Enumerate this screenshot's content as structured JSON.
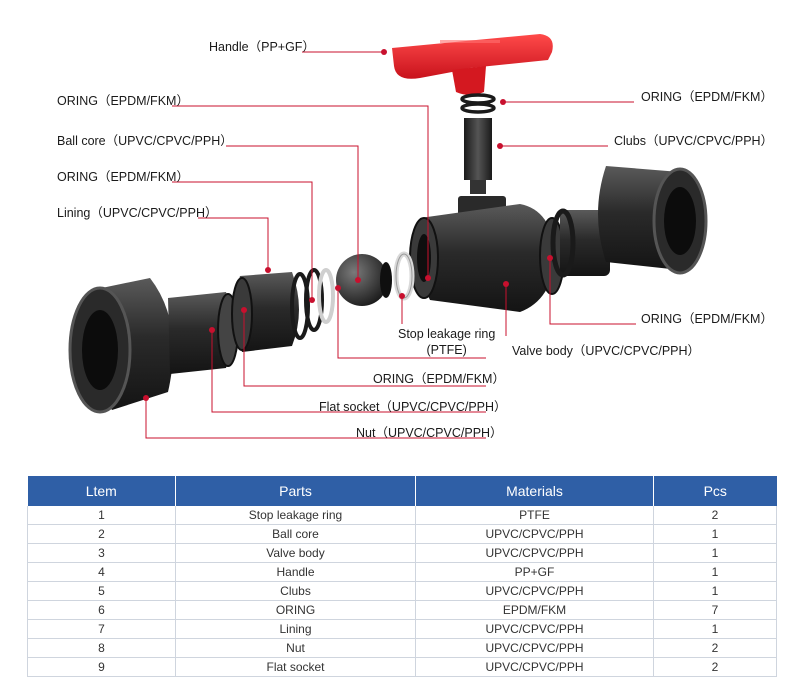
{
  "labels": {
    "handle": "Handle（PP+GF）",
    "oring_top_left": "ORING（EPDM/FKM）",
    "ball_core": "Ball core（UPVC/CPVC/PPH）",
    "oring_mid_left": "ORING（EPDM/FKM）",
    "lining": "Lining（UPVC/CPVC/PPH）",
    "oring_top_right": "ORING（EPDM/FKM）",
    "clubs": "Clubs（UPVC/CPVC/PPH）",
    "oring_right": "ORING（EPDM/FKM）",
    "stop_ring_line1": "Stop leakage ring",
    "stop_ring_line2": "(PTFE)",
    "valve_body": "Valve body（UPVC/CPVC/PPH）",
    "oring_bottom": "ORING（EPDM/FKM）",
    "flat_socket": "Flat socket（UPVC/CPVC/PPH）",
    "nut": "Nut（UPVC/CPVC/PPH）"
  },
  "colors": {
    "leader": "#c8102e",
    "handle": "#e02027",
    "body": "#2b2b2b",
    "header": "#2f5fa6"
  },
  "table": {
    "headers": [
      "Ltem",
      "Parts",
      "Materials",
      "Pcs"
    ],
    "rows": [
      [
        "1",
        "Stop leakage ring",
        "PTFE",
        "2"
      ],
      [
        "2",
        "Ball core",
        "UPVC/CPVC/PPH",
        "1"
      ],
      [
        "3",
        "Valve body",
        "UPVC/CPVC/PPH",
        "1"
      ],
      [
        "4",
        "Handle",
        "PP+GF",
        "1"
      ],
      [
        "5",
        "Clubs",
        "UPVC/CPVC/PPH",
        "1"
      ],
      [
        "6",
        "ORING",
        "EPDM/FKM",
        "7"
      ],
      [
        "7",
        "Lining",
        "UPVC/CPVC/PPH",
        "1"
      ],
      [
        "8",
        "Nut",
        "UPVC/CPVC/PPH",
        "2"
      ],
      [
        "9",
        "Flat socket",
        "UPVC/CPVC/PPH",
        "2"
      ]
    ]
  }
}
